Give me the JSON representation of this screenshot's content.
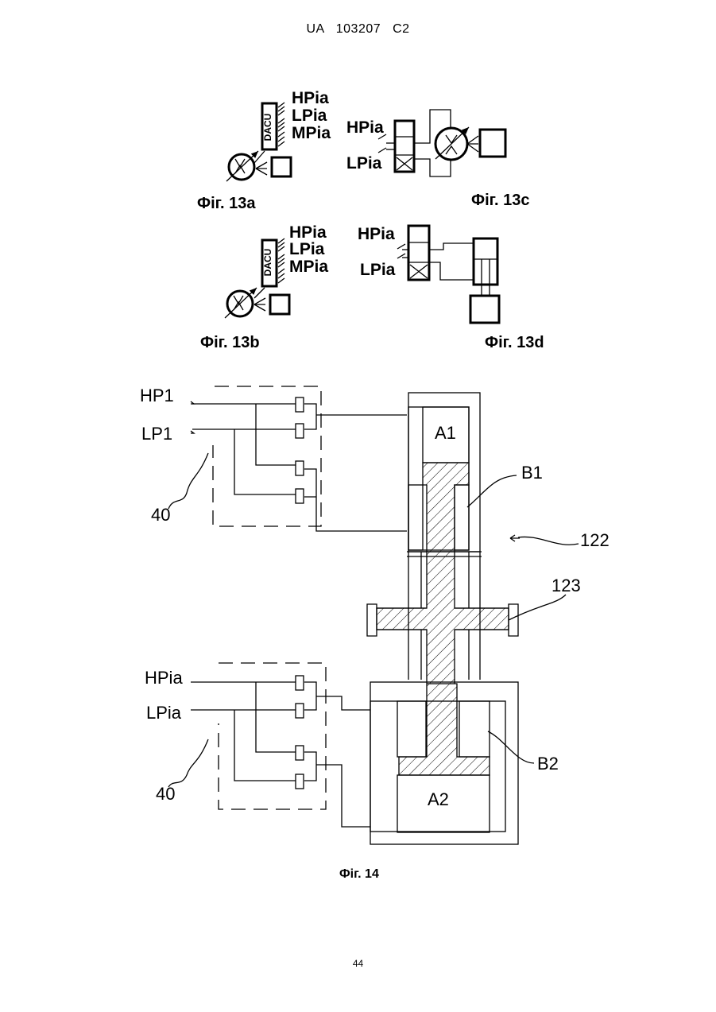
{
  "header": {
    "text": "UA   103207   C2"
  },
  "page_number": "44",
  "fig13": {
    "a": {
      "caption": "Фіг. 13a",
      "hpia": "HPia",
      "lpia": "LPia",
      "mpia": "MPia",
      "unit": "DACU"
    },
    "b": {
      "caption": "Фіг. 13b",
      "hpia": "HPia",
      "lpia": "LPia",
      "mpia": "MPia",
      "unit": "DACU"
    },
    "c": {
      "caption": "Фіг. 13c",
      "hpia": "HPia",
      "lpia": "LPia"
    },
    "d": {
      "caption": "Фіг. 13d",
      "hpia": "HPia",
      "lpia": "LPia"
    }
  },
  "fig14": {
    "caption": "Фіг. 14",
    "hp1": "HP1",
    "lp1": "LP1",
    "hpia": "HPia",
    "lpia": "LPia",
    "ref40_top": "40",
    "ref40_bottom": "40",
    "a1": "A1",
    "a2": "A2",
    "b1": "B1",
    "b2": "B2",
    "ref122": "122",
    "ref123": "123"
  }
}
